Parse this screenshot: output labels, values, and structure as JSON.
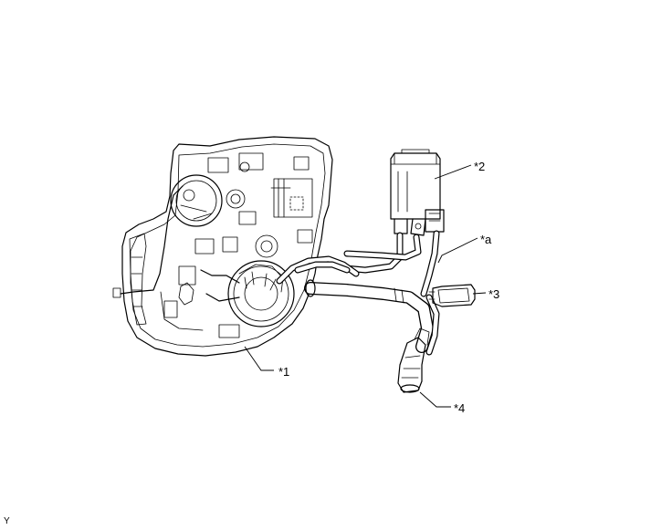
{
  "callouts": {
    "fuel_tank": "*1",
    "canister": "*2",
    "hose_a": "*a",
    "filter": "*3",
    "inlet": "*4"
  },
  "corner_code": "Y"
}
